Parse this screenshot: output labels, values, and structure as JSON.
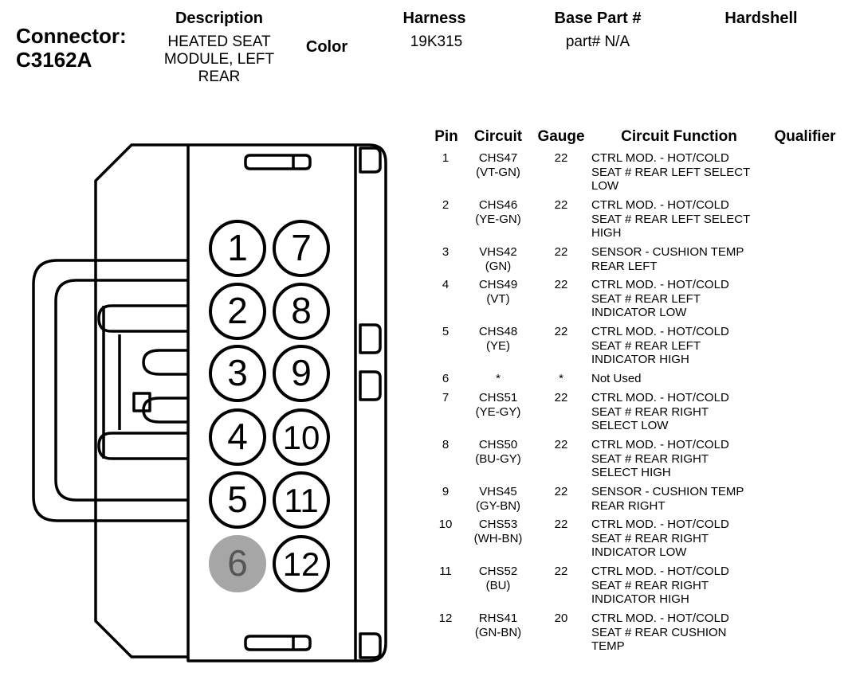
{
  "header": {
    "connector_label": "Connector:",
    "connector_id": "C3162A",
    "description_label": "Description",
    "description_lines": [
      "HEATED SEAT",
      "MODULE, LEFT",
      "REAR"
    ],
    "color_label": "Color",
    "harness_label": "Harness",
    "harness_value": "19K315",
    "base_part_label": "Base Part #",
    "base_part_value": "part# N/A",
    "hardshell_label": "Hardshell"
  },
  "table": {
    "columns": [
      "Pin",
      "Circuit",
      "Gauge",
      "Circuit Function",
      "Qualifier"
    ],
    "rows": [
      {
        "pin": "1",
        "circuit": [
          "CHS47",
          "(VT-GN)"
        ],
        "gauge": "22",
        "function": [
          "CTRL MOD. - HOT/COLD",
          "SEAT # REAR LEFT SELECT",
          "LOW"
        ]
      },
      {
        "pin": "2",
        "circuit": [
          "CHS46",
          "(YE-GN)"
        ],
        "gauge": "22",
        "function": [
          "CTRL MOD. - HOT/COLD",
          "SEAT # REAR LEFT SELECT",
          "HIGH"
        ]
      },
      {
        "pin": "3",
        "circuit": [
          "VHS42",
          "(GN)"
        ],
        "gauge": "22",
        "function": [
          "SENSOR - CUSHION TEMP",
          "REAR LEFT"
        ]
      },
      {
        "pin": "4",
        "circuit": [
          "CHS49",
          "(VT)"
        ],
        "gauge": "22",
        "function": [
          "CTRL MOD. - HOT/COLD",
          "SEAT # REAR LEFT",
          "INDICATOR LOW"
        ]
      },
      {
        "pin": "5",
        "circuit": [
          "CHS48",
          "(YE)"
        ],
        "gauge": "22",
        "function": [
          "CTRL MOD. - HOT/COLD",
          "SEAT # REAR LEFT",
          "INDICATOR HIGH"
        ]
      },
      {
        "pin": "6",
        "circuit": [
          "*"
        ],
        "gauge": "*",
        "function": [
          "Not Used"
        ]
      },
      {
        "pin": "7",
        "circuit": [
          "CHS51",
          "(YE-GY)"
        ],
        "gauge": "22",
        "function": [
          "CTRL MOD. - HOT/COLD",
          "SEAT # REAR RIGHT",
          "SELECT LOW"
        ]
      },
      {
        "pin": "8",
        "circuit": [
          "CHS50",
          "(BU-GY)"
        ],
        "gauge": "22",
        "function": [
          "CTRL MOD. - HOT/COLD",
          "SEAT # REAR RIGHT",
          "SELECT HIGH"
        ]
      },
      {
        "pin": "9",
        "circuit": [
          "VHS45",
          "(GY-BN)"
        ],
        "gauge": "22",
        "function": [
          "SENSOR - CUSHION TEMP",
          "REAR RIGHT"
        ]
      },
      {
        "pin": "10",
        "circuit": [
          "CHS53",
          "(WH-BN)"
        ],
        "gauge": "22",
        "function": [
          "CTRL MOD. - HOT/COLD",
          "SEAT # REAR RIGHT",
          "INDICATOR LOW"
        ]
      },
      {
        "pin": "11",
        "circuit": [
          "CHS52",
          "(BU)"
        ],
        "gauge": "22",
        "function": [
          "CTRL MOD. - HOT/COLD",
          "SEAT # REAR RIGHT",
          "INDICATOR HIGH"
        ]
      },
      {
        "pin": "12",
        "circuit": [
          "RHS41",
          "(GN-BN)"
        ],
        "gauge": "20",
        "function": [
          "CTRL MOD. - HOT/COLD",
          "SEAT # REAR CUSHION",
          "TEMP"
        ]
      }
    ]
  },
  "diagram": {
    "pins": [
      "1",
      "2",
      "3",
      "4",
      "5",
      "6",
      "7",
      "8",
      "9",
      "10",
      "11",
      "12"
    ],
    "unused_pin": "6",
    "colors": {
      "line": "#000000",
      "unused_fill": "#a6a6a6",
      "unused_text": "#555555"
    }
  }
}
